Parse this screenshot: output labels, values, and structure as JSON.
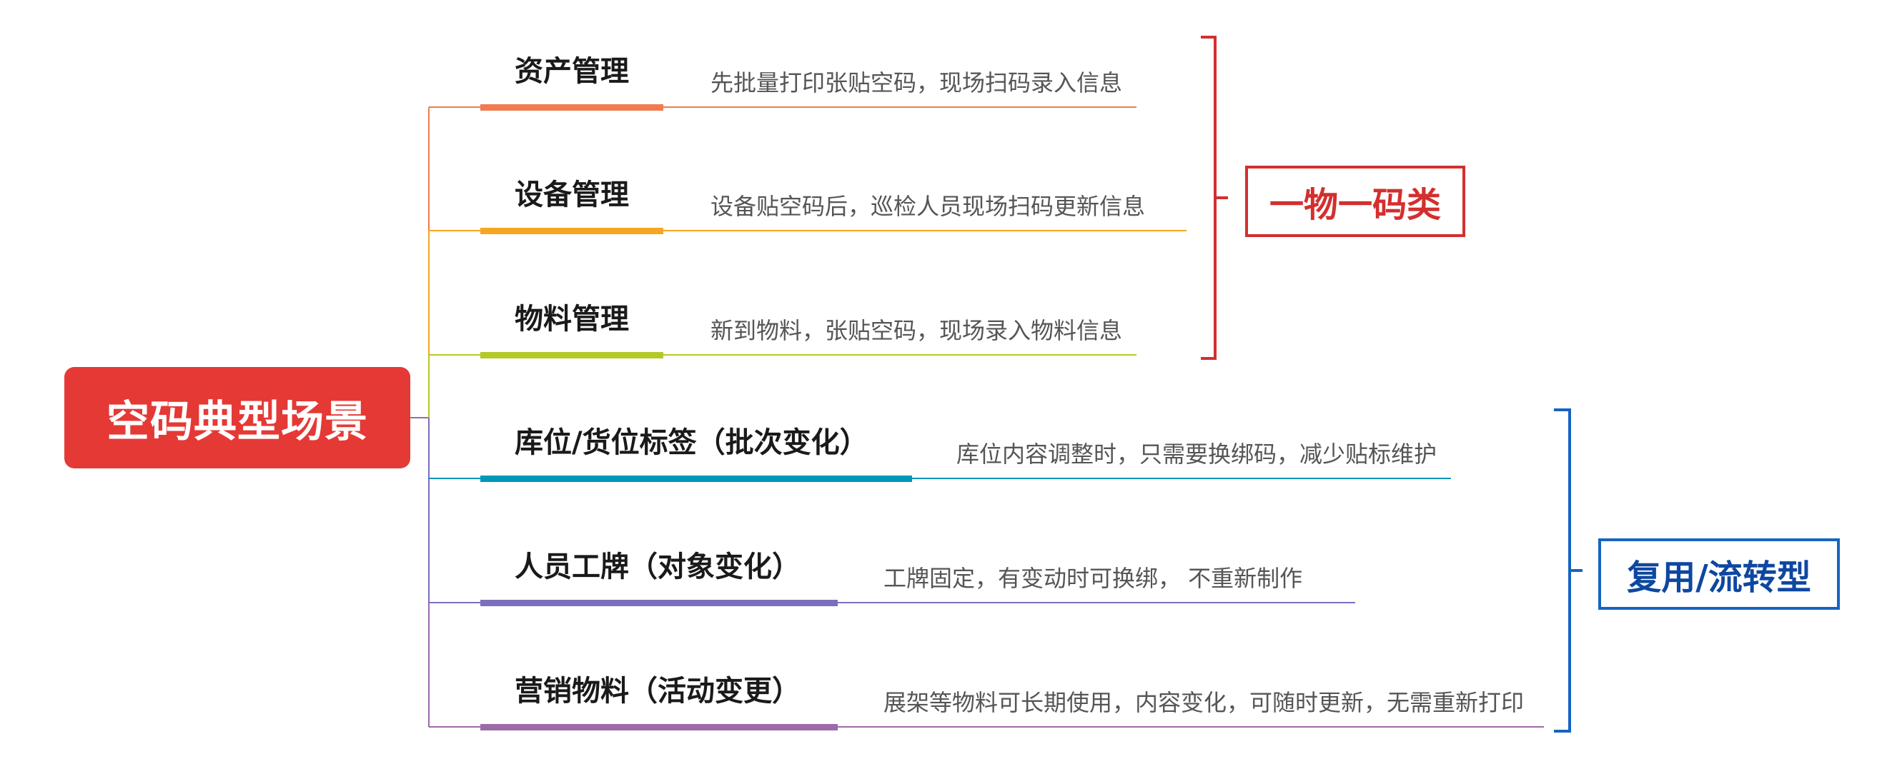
{
  "root": {
    "label": "空码典型场景"
  },
  "branches": [
    {
      "title": "资产管理",
      "desc": "先批量打印张贴空码，现场扫码录入信息",
      "color": "#f07b4f"
    },
    {
      "title": "设备管理",
      "desc": "设备贴空码后，巡检人员现场扫码更新信息",
      "color": "#f5a623"
    },
    {
      "title": "物料管理",
      "desc": "新到物料，张贴空码，现场录入物料信息",
      "color": "#b5c82a"
    },
    {
      "title": "库位/货位标签（批次变化）",
      "desc": "库位内容调整时，只需要换绑码，减少贴标维护",
      "color": "#0097b8"
    },
    {
      "title": "人员工牌（对象变化）",
      "desc": "工牌固定，有变动时可换绑， 不重新制作",
      "color": "#7a6fbd"
    },
    {
      "title": "营销物料（活动变更）",
      "desc": "展架等物料可长期使用，内容变化，可随时更新，无需重新打印",
      "color": "#9c6aa8"
    }
  ],
  "categories": [
    {
      "label": "一物一码类",
      "color": "#d32f2f"
    },
    {
      "label": "复用/流转型",
      "color": "#1565c0"
    }
  ]
}
